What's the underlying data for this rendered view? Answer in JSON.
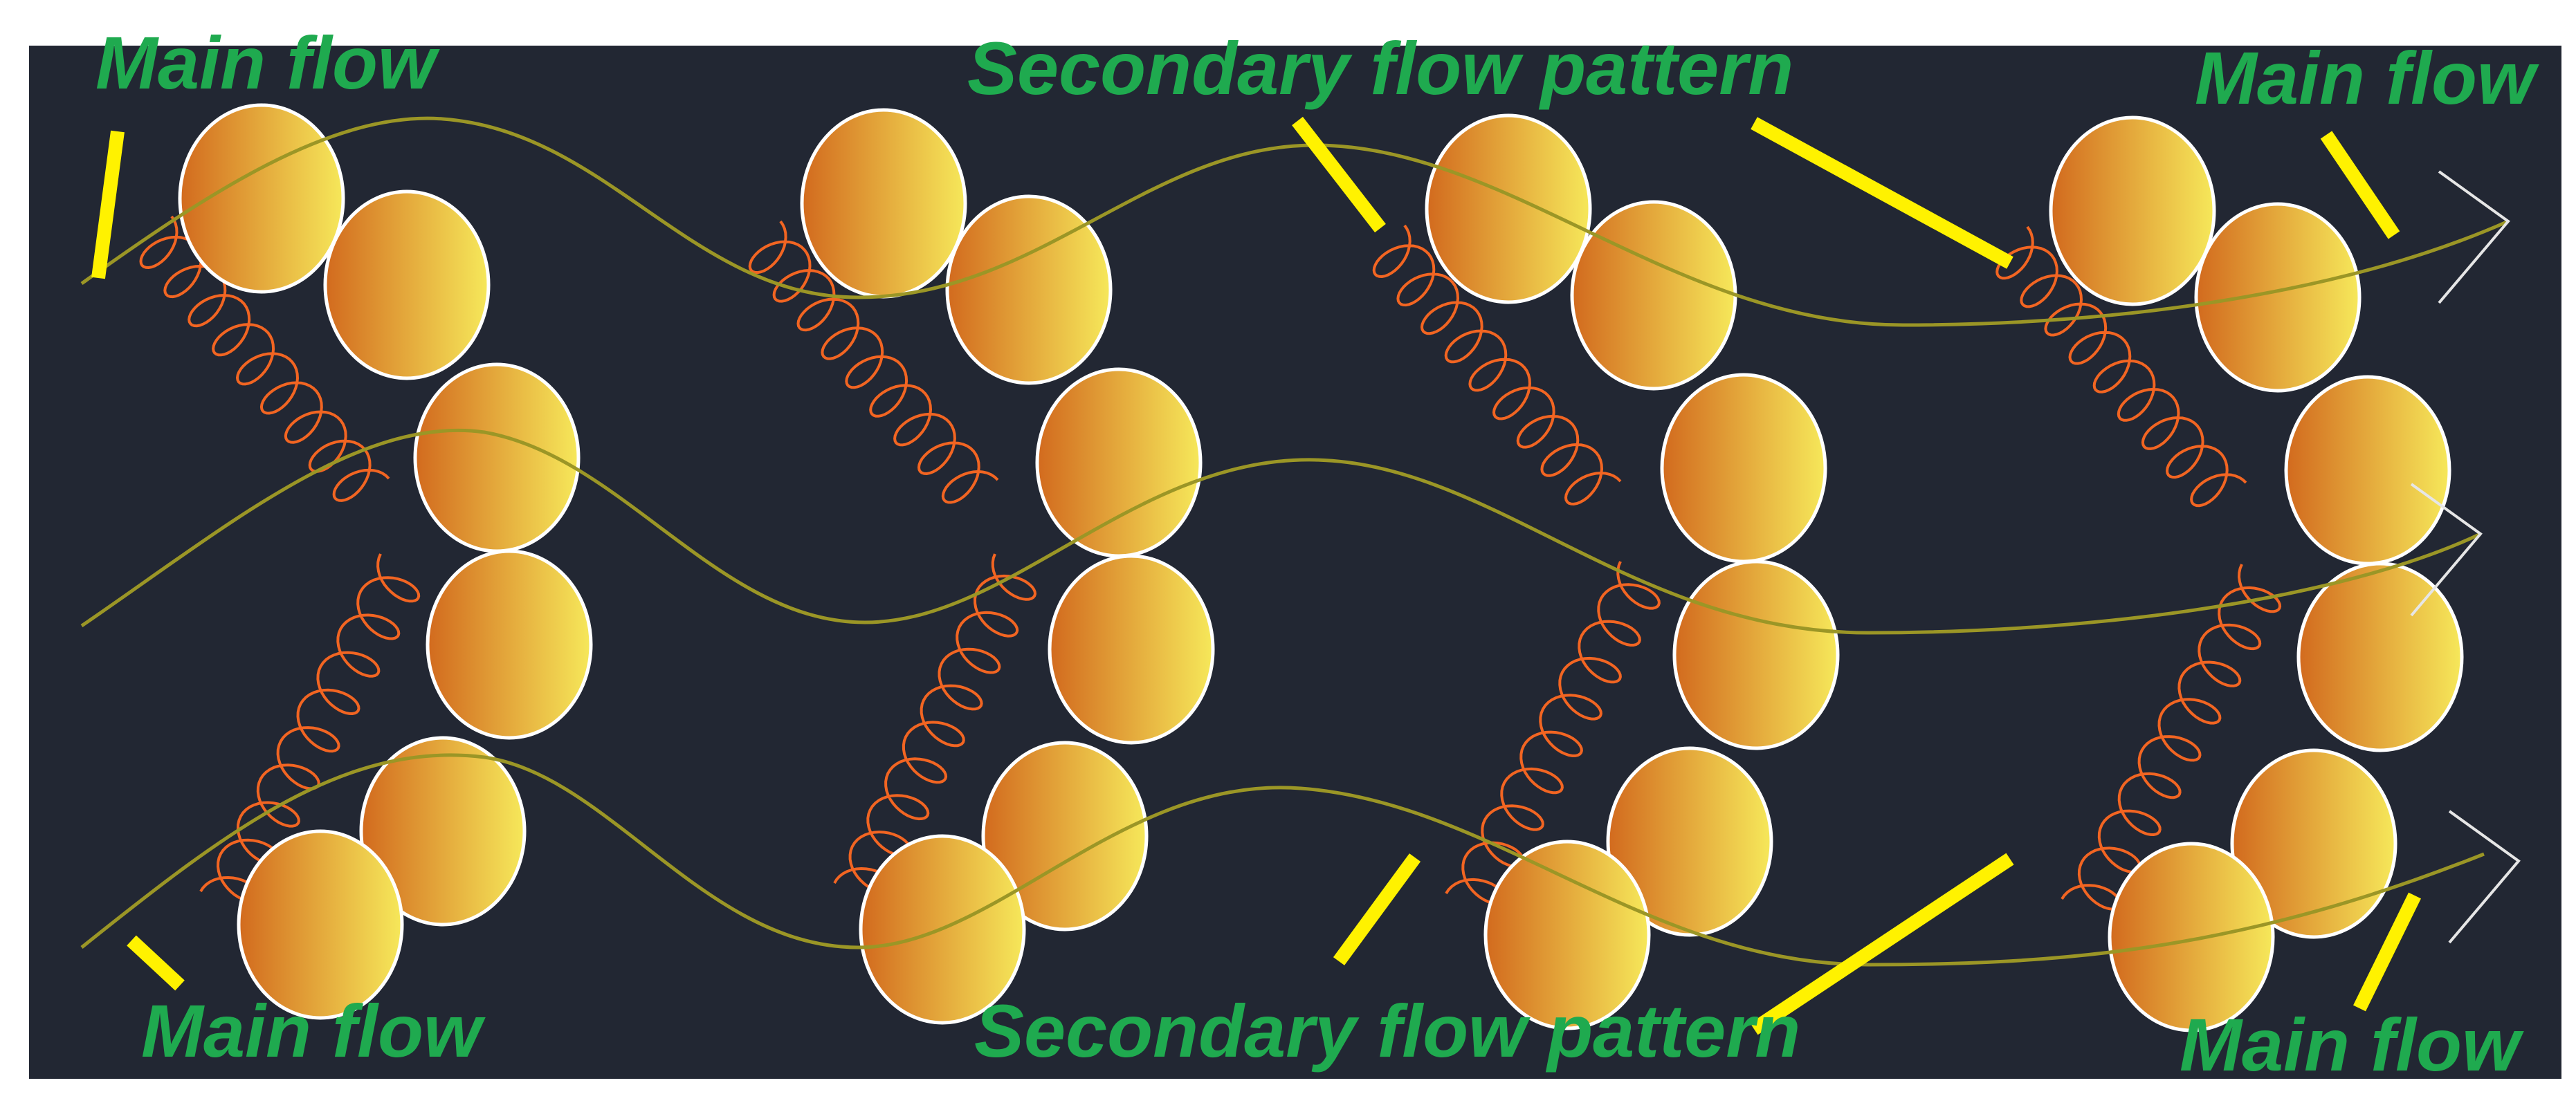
{
  "colors": {
    "background": "#222733",
    "label": "#1faa4f",
    "pointer": "#fff200",
    "main_flow_line": "#9b9626",
    "secondary_flow": "#f26522",
    "particle_light": "#f6e85a",
    "particle_dark": "#d26a1e",
    "particle_outline": "#ffffff",
    "arrow": "#e6e6e6"
  },
  "labels": {
    "main_flow_top_left": "Main flow",
    "secondary_top": "Secondary flow pattern",
    "main_flow_top_right": "Main flow",
    "main_flow_bottom_left": "Main flow",
    "secondary_bottom": "Secondary flow pattern",
    "main_flow_bottom_right": "Main flow"
  },
  "icons": {
    "particle": "circle",
    "main_flow": "sine-wave-line",
    "secondary_flow": "coil-loops",
    "flow_direction": "chevron-right-arrow",
    "label_pointer": "straight-line"
  }
}
